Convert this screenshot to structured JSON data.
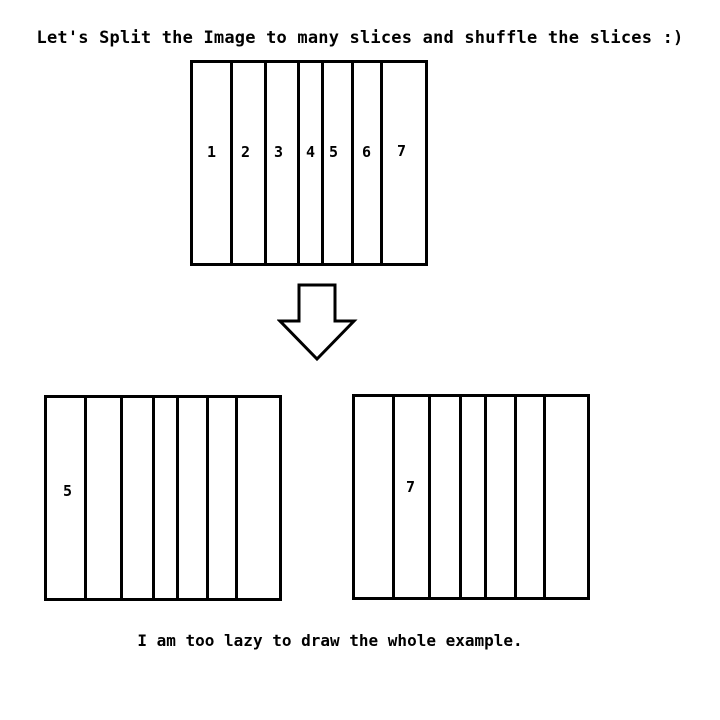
{
  "title": "Let's Split the Image to many slices and shuffle the slices :)",
  "original": {
    "labels": [
      "1",
      "2",
      "3",
      "4",
      "5",
      "6",
      "7"
    ]
  },
  "shuffled_left": {
    "label": "5"
  },
  "shuffled_right": {
    "label": "7"
  },
  "caption": "I am too lazy to draw the whole example."
}
